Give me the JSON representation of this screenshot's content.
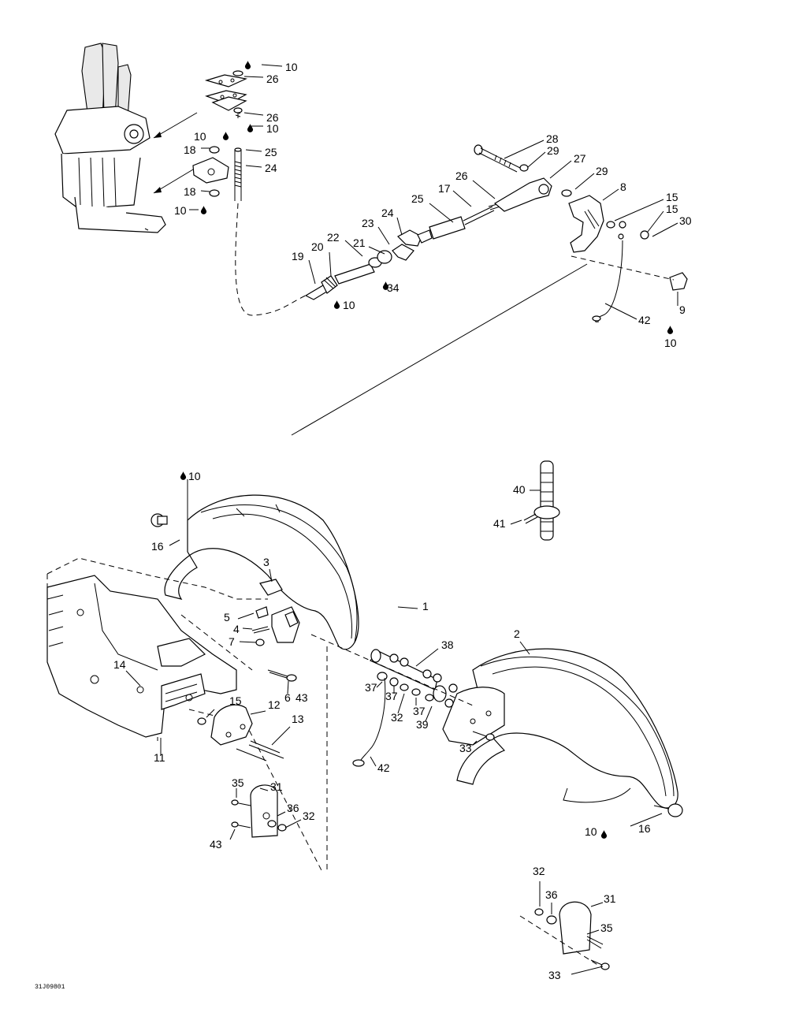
{
  "diagram_code": "31J09801",
  "loctite_code": "10",
  "top_labels": [
    "10",
    "26",
    "26",
    "10",
    "10",
    "18",
    "25",
    "24",
    "18",
    "10",
    "28",
    "29",
    "27",
    "29",
    "8",
    "15",
    "15",
    "30",
    "26",
    "17",
    "25",
    "24",
    "23",
    "22",
    "21",
    "20",
    "19",
    "10",
    "34",
    "42",
    "9",
    "10"
  ],
  "bottom_labels": [
    "10",
    "16",
    "3",
    "5",
    "4",
    "7",
    "14",
    "1",
    "6",
    "43",
    "15",
    "12",
    "13",
    "11",
    "40",
    "41",
    "38",
    "2",
    "37",
    "37",
    "32",
    "37",
    "39",
    "33",
    "42",
    "35",
    "31",
    "36",
    "32",
    "43",
    "10",
    "16",
    "32",
    "36",
    "31",
    "35",
    "33"
  ]
}
